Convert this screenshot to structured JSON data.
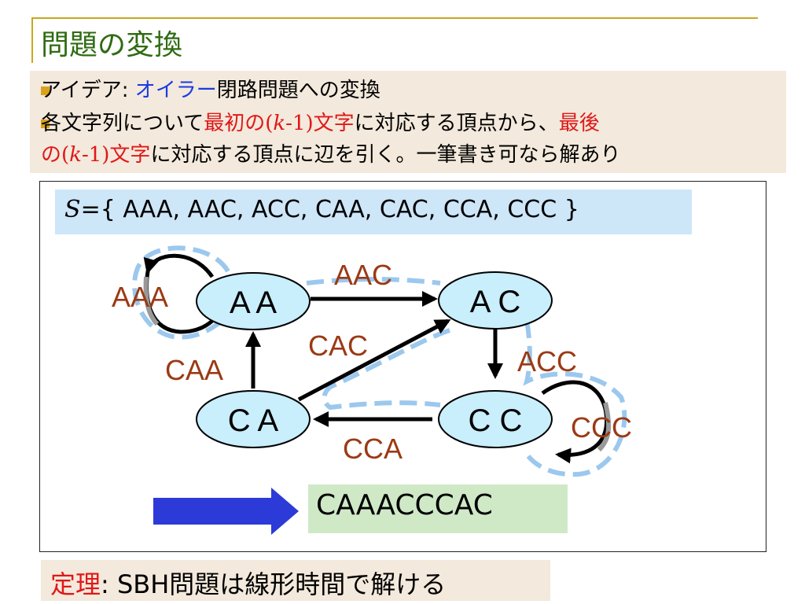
{
  "title": "問題の変換",
  "bullets": [
    {
      "prefix": "アイデア: ",
      "highlight": "オイラー",
      "rest": "閉路問題への変換"
    },
    {
      "line1_a": "各文字列について",
      "line1_b": "最初の",
      "line1_c": "(",
      "line1_k": "k",
      "line1_d": "-1)",
      "line1_e": "文字",
      "line1_f": "に対応する頂点から、",
      "line1_g": "最後",
      "line2_a": "の",
      "line2_b": "(",
      "line2_k": "k",
      "line2_c": "-1)",
      "line2_d": "文字",
      "line2_e": "に対応する頂点に辺を引く。一筆書き可なら解あり"
    }
  ],
  "set": {
    "var": "S",
    "text": "={ AAA, AAC, ACC, CAA, CAC, CCA, CCC }"
  },
  "nodes": {
    "aa": "A A",
    "ac": "A C",
    "ca": "C A",
    "cc": "C C"
  },
  "edges": {
    "aaa": "AAA",
    "aac": "AAC",
    "acc": "ACC",
    "caa": "CAA",
    "cac": "CAC",
    "cca": "CCA",
    "ccc": "CCC"
  },
  "result": "CAAACCCAC",
  "theorem": {
    "label": "定理",
    "text": ": SBH問題は線形時間で解ける"
  },
  "colors": {
    "title": "#2f6b12",
    "accent_red": "#e01818",
    "accent_blue": "#1a3be0",
    "edge_label": "#9b3a14",
    "node_fill": "#c9eefc",
    "path_dash": "#9cc8ee",
    "arrow_blue": "#2c3ad8"
  }
}
